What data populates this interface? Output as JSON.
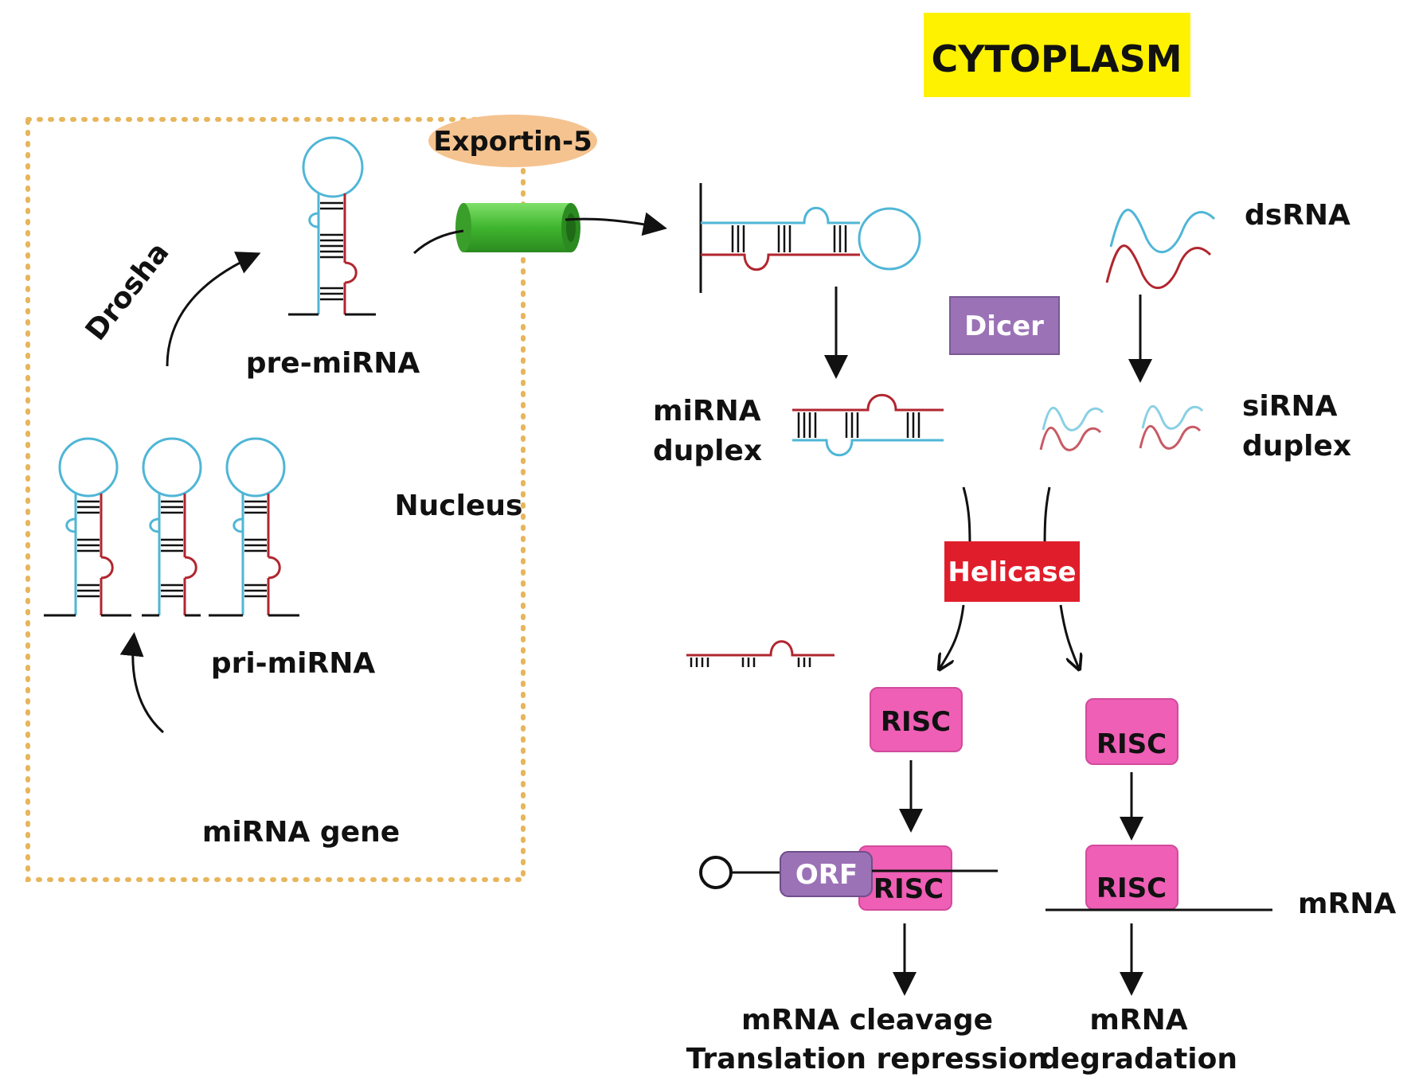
{
  "labels": {
    "cytoplasm": "CYTOPLASM",
    "exportin": "Exportin-5",
    "drosha": "Drosha",
    "pre_mirna": "pre-miRNA",
    "pri_mirna": "pri-miRNA",
    "nucleus": "Nucleus",
    "mirna_gene": "miRNA gene",
    "dsrna": "dsRNA",
    "dicer": "Dicer",
    "mirna_duplex_1": "miRNA",
    "mirna_duplex_2": "duplex",
    "sirna_duplex_1": "siRNA",
    "sirna_duplex_2": "duplex",
    "helicase": "Helicase",
    "risc": "RISC",
    "orf": "ORF",
    "mrna": "mRNA",
    "outcome_left_1": "mRNA cleavage",
    "outcome_left_2": "Translation repression",
    "outcome_right_1": "mRNA",
    "outcome_right_2": "degradation"
  },
  "colors": {
    "cytoplasm_bg": "#fff200",
    "exportin": "#f5c38f",
    "channel": "#4cc43a",
    "dicer": "#9b72b6",
    "helicase": "#e01e2b",
    "risc": "#ee5fb5",
    "orf": "#9b72b6",
    "nucleus_border": "#e7b55c",
    "strand_blue": "#4fb6d6",
    "strand_red": "#b1262f"
  }
}
